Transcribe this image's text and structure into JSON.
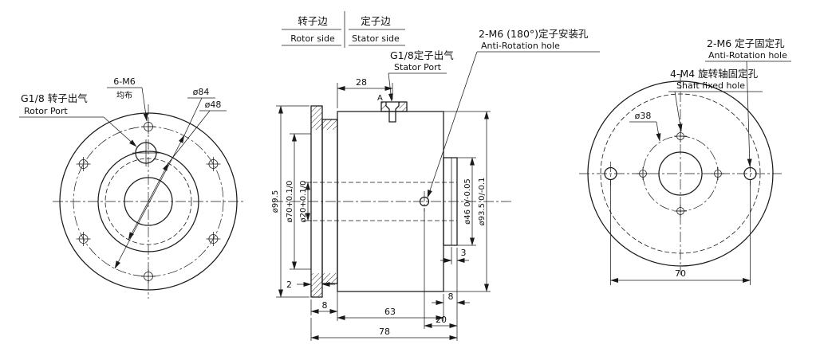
{
  "colors": {
    "background": "#ffffff",
    "ink": "#1a1a1a"
  },
  "header": {
    "rotor_cn": "转子边",
    "rotor_en": "Rotor side",
    "stator_cn": "定子边",
    "stator_en": "Stator side"
  },
  "left_view": {
    "rotor_port_cn": "G1/8 转子出气",
    "rotor_port_en": "Rotor Port",
    "bolt_label": "6-M6",
    "bolt_note": "均布",
    "dia_84": "ø84",
    "dia_48": "ø48"
  },
  "front_view": {
    "stator_port_cn": "G1/8定子出气",
    "stator_port_en": "Stator Port",
    "anti_rotation_cn": "2-M6 (180°)定子安装孔",
    "anti_rotation_en": "Anti-Rotation hole",
    "datum": "A",
    "dim_28": "28",
    "dim_2": "2",
    "dim_8_left": "8",
    "dim_63": "63",
    "dim_20": "20",
    "dim_78": "78",
    "dim_8_right": "8",
    "dim_3": "3",
    "dia_99_5": "ø99.5",
    "dia_70": "ø70+0.1/0",
    "dia_20": "ø20+0.1/0",
    "dia_46": "ø46 0/-0.05",
    "dia_93_5": "ø93.5 0/-0.1"
  },
  "right_view": {
    "shaft_fix_cn": "4-M4 旋转轴固定孔",
    "shaft_fix_en": "Shaft fixed hole",
    "stator_fix_cn": "2-M6 定子固定孔",
    "stator_fix_en": "Anti-Rotation hole",
    "dia_38": "ø38",
    "dim_70": "70"
  }
}
